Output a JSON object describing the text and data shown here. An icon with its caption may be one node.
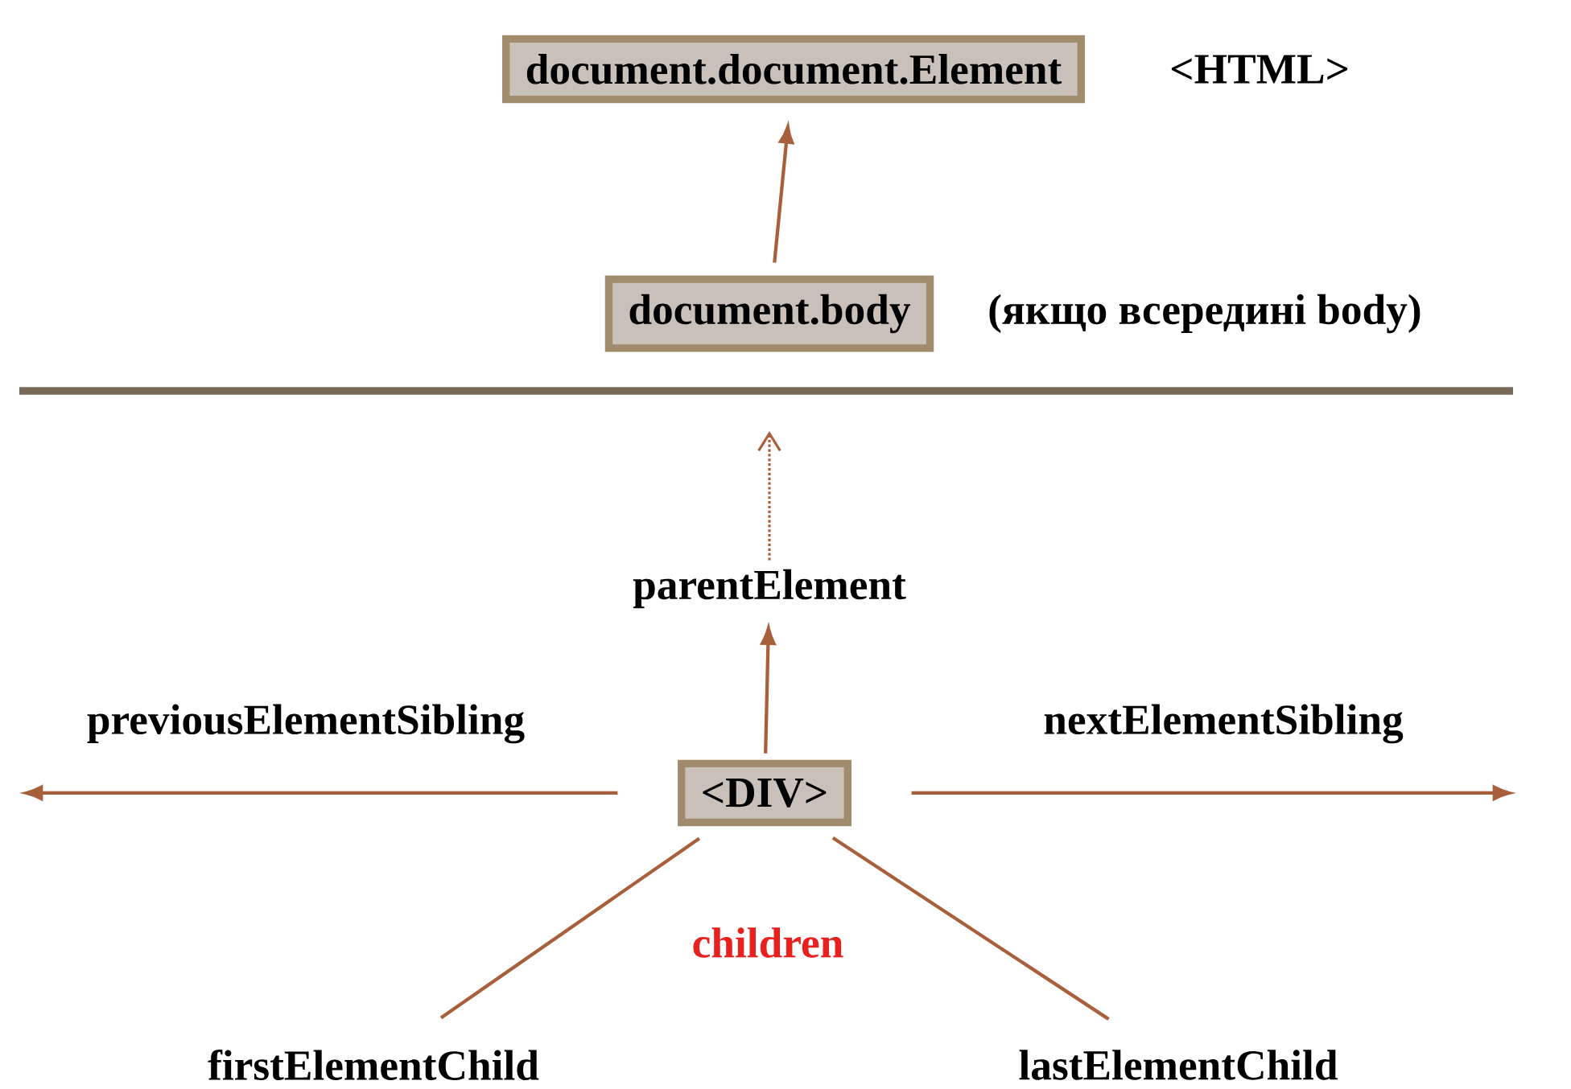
{
  "diagram": {
    "nodes": [
      {
        "text": [
          "document.document.Element"
        ],
        "beside": [
          "<HTML>"
        ]
      },
      {
        "text": [
          "document.body"
        ],
        "beside": [
          "(якщо всередині body)"
        ]
      },
      {
        "text": [
          "<DIV>"
        ]
      },
      {
        "text": [
          "parentElement"
        ]
      },
      {
        "text": [
          "firstElementChild"
        ]
      },
      {
        "text": [
          "lastElementChild"
        ]
      }
    ],
    "edges": [
      {
        "from": 1,
        "to": 0,
        "arrow": "to"
      },
      {
        "from": 3,
        "to": null,
        "arrow": "to",
        "style": "dashed"
      },
      {
        "from": 2,
        "to": 3,
        "arrow": "to"
      },
      {
        "from": 2,
        "to": null,
        "arrow": "to",
        "label": "previousElementSibling"
      },
      {
        "from": 2,
        "to": null,
        "arrow": "to",
        "label": "nextElementSibling"
      },
      {
        "from": 2,
        "to": 4,
        "arrow": "none"
      },
      {
        "from": 2,
        "to": 5,
        "arrow": "none"
      }
    ],
    "labels": [
      "children"
    ]
  }
}
